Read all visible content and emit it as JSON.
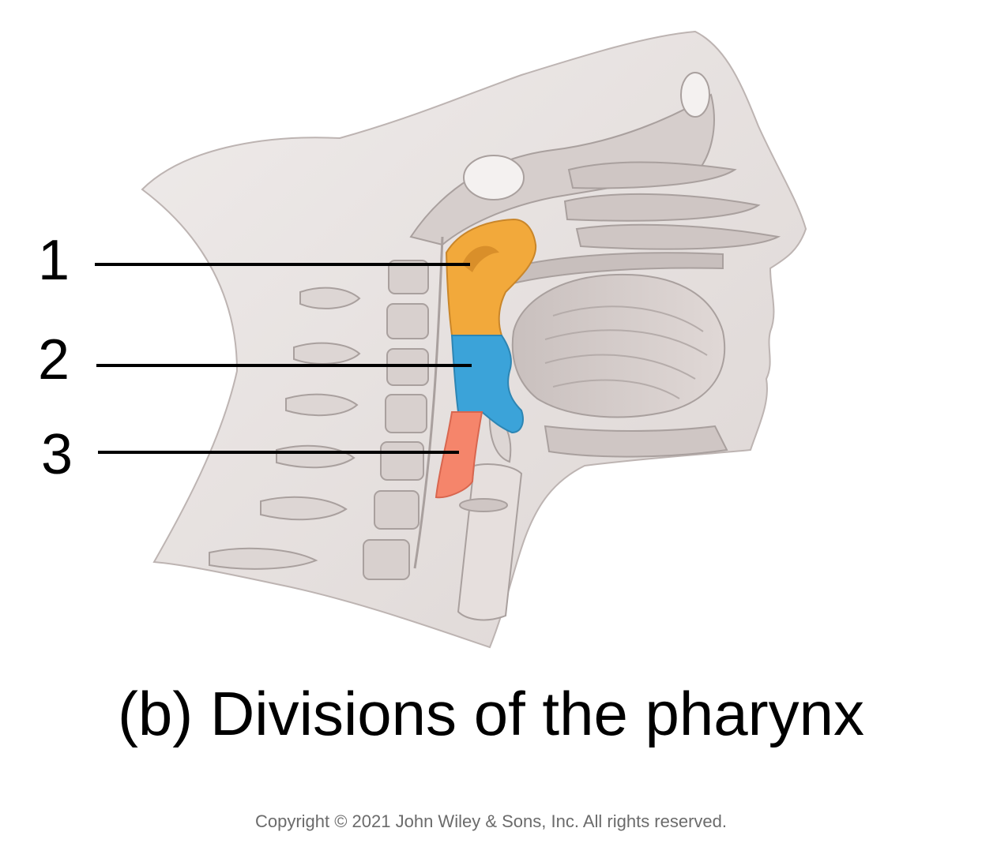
{
  "callouts": [
    {
      "number": "1"
    },
    {
      "number": "2"
    },
    {
      "number": "3"
    }
  ],
  "regions": [
    {
      "callout": "1",
      "color": "#F2A93B"
    },
    {
      "callout": "2",
      "color": "#3BA3D9"
    },
    {
      "callout": "3",
      "color": "#F5856B"
    }
  ],
  "caption": "(b) Divisions of the pharynx",
  "copyright": "Copyright © 2021 John Wiley & Sons, Inc. All rights reserved."
}
